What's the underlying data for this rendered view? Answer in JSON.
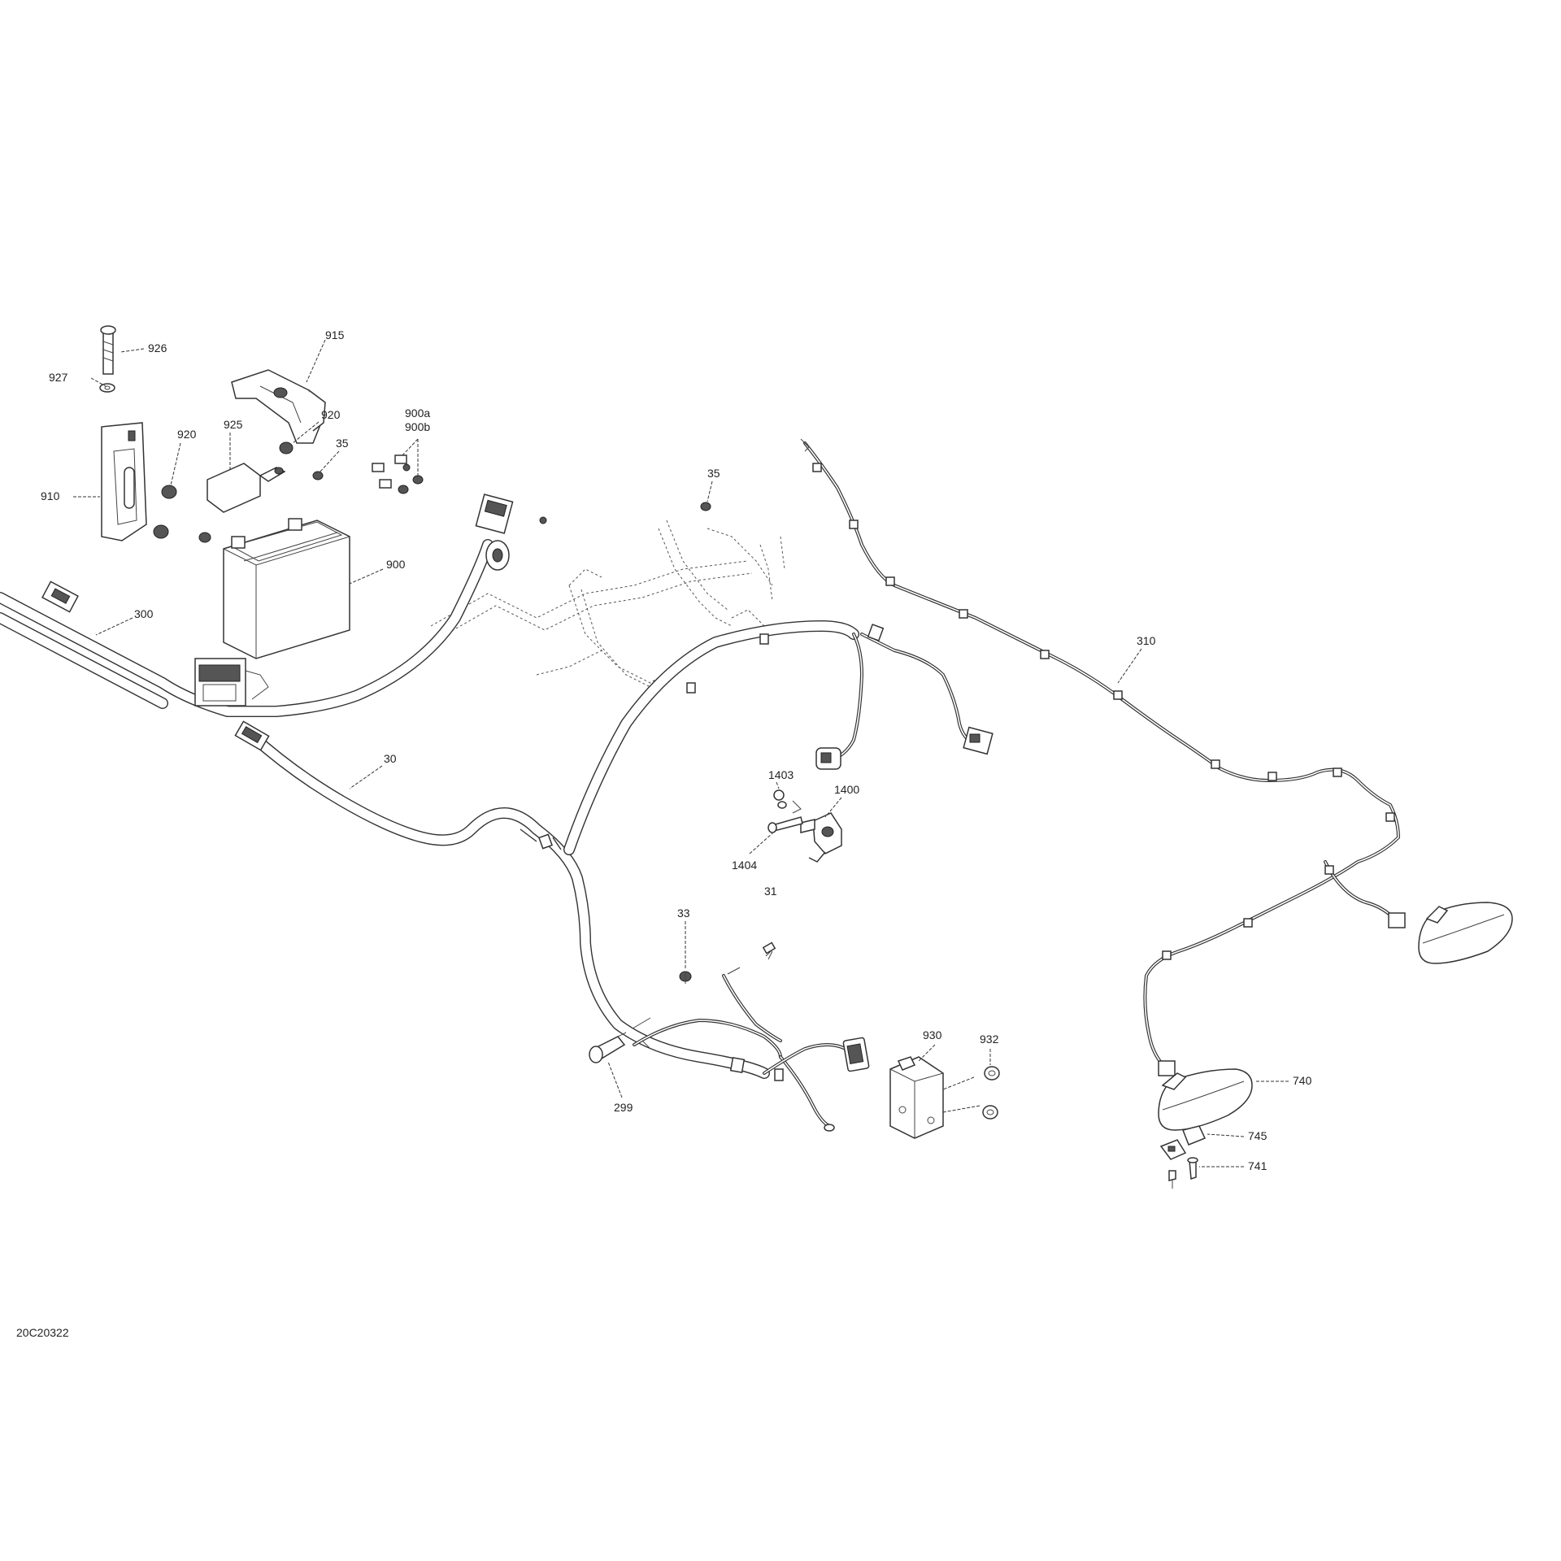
{
  "drawing": {
    "code": "20C20322"
  },
  "callouts": [
    {
      "id": "926",
      "label": "926"
    },
    {
      "id": "927",
      "label": "927"
    },
    {
      "id": "915",
      "label": "915"
    },
    {
      "id": "920a",
      "label": "920"
    },
    {
      "id": "920b",
      "label": "920"
    },
    {
      "id": "925",
      "label": "925"
    },
    {
      "id": "900a",
      "label": "900a"
    },
    {
      "id": "900b",
      "label": "900b"
    },
    {
      "id": "35a",
      "label": "35"
    },
    {
      "id": "35b",
      "label": "35"
    },
    {
      "id": "910",
      "label": "910"
    },
    {
      "id": "900",
      "label": "900"
    },
    {
      "id": "300",
      "label": "300"
    },
    {
      "id": "310",
      "label": "310"
    },
    {
      "id": "30",
      "label": "30"
    },
    {
      "id": "1403",
      "label": "1403"
    },
    {
      "id": "1400",
      "label": "1400"
    },
    {
      "id": "1404",
      "label": "1404"
    },
    {
      "id": "31",
      "label": "31"
    },
    {
      "id": "33",
      "label": "33"
    },
    {
      "id": "930",
      "label": "930"
    },
    {
      "id": "932",
      "label": "932"
    },
    {
      "id": "299",
      "label": "299"
    },
    {
      "id": "740",
      "label": "740"
    },
    {
      "id": "745",
      "label": "745"
    },
    {
      "id": "741",
      "label": "741"
    }
  ]
}
